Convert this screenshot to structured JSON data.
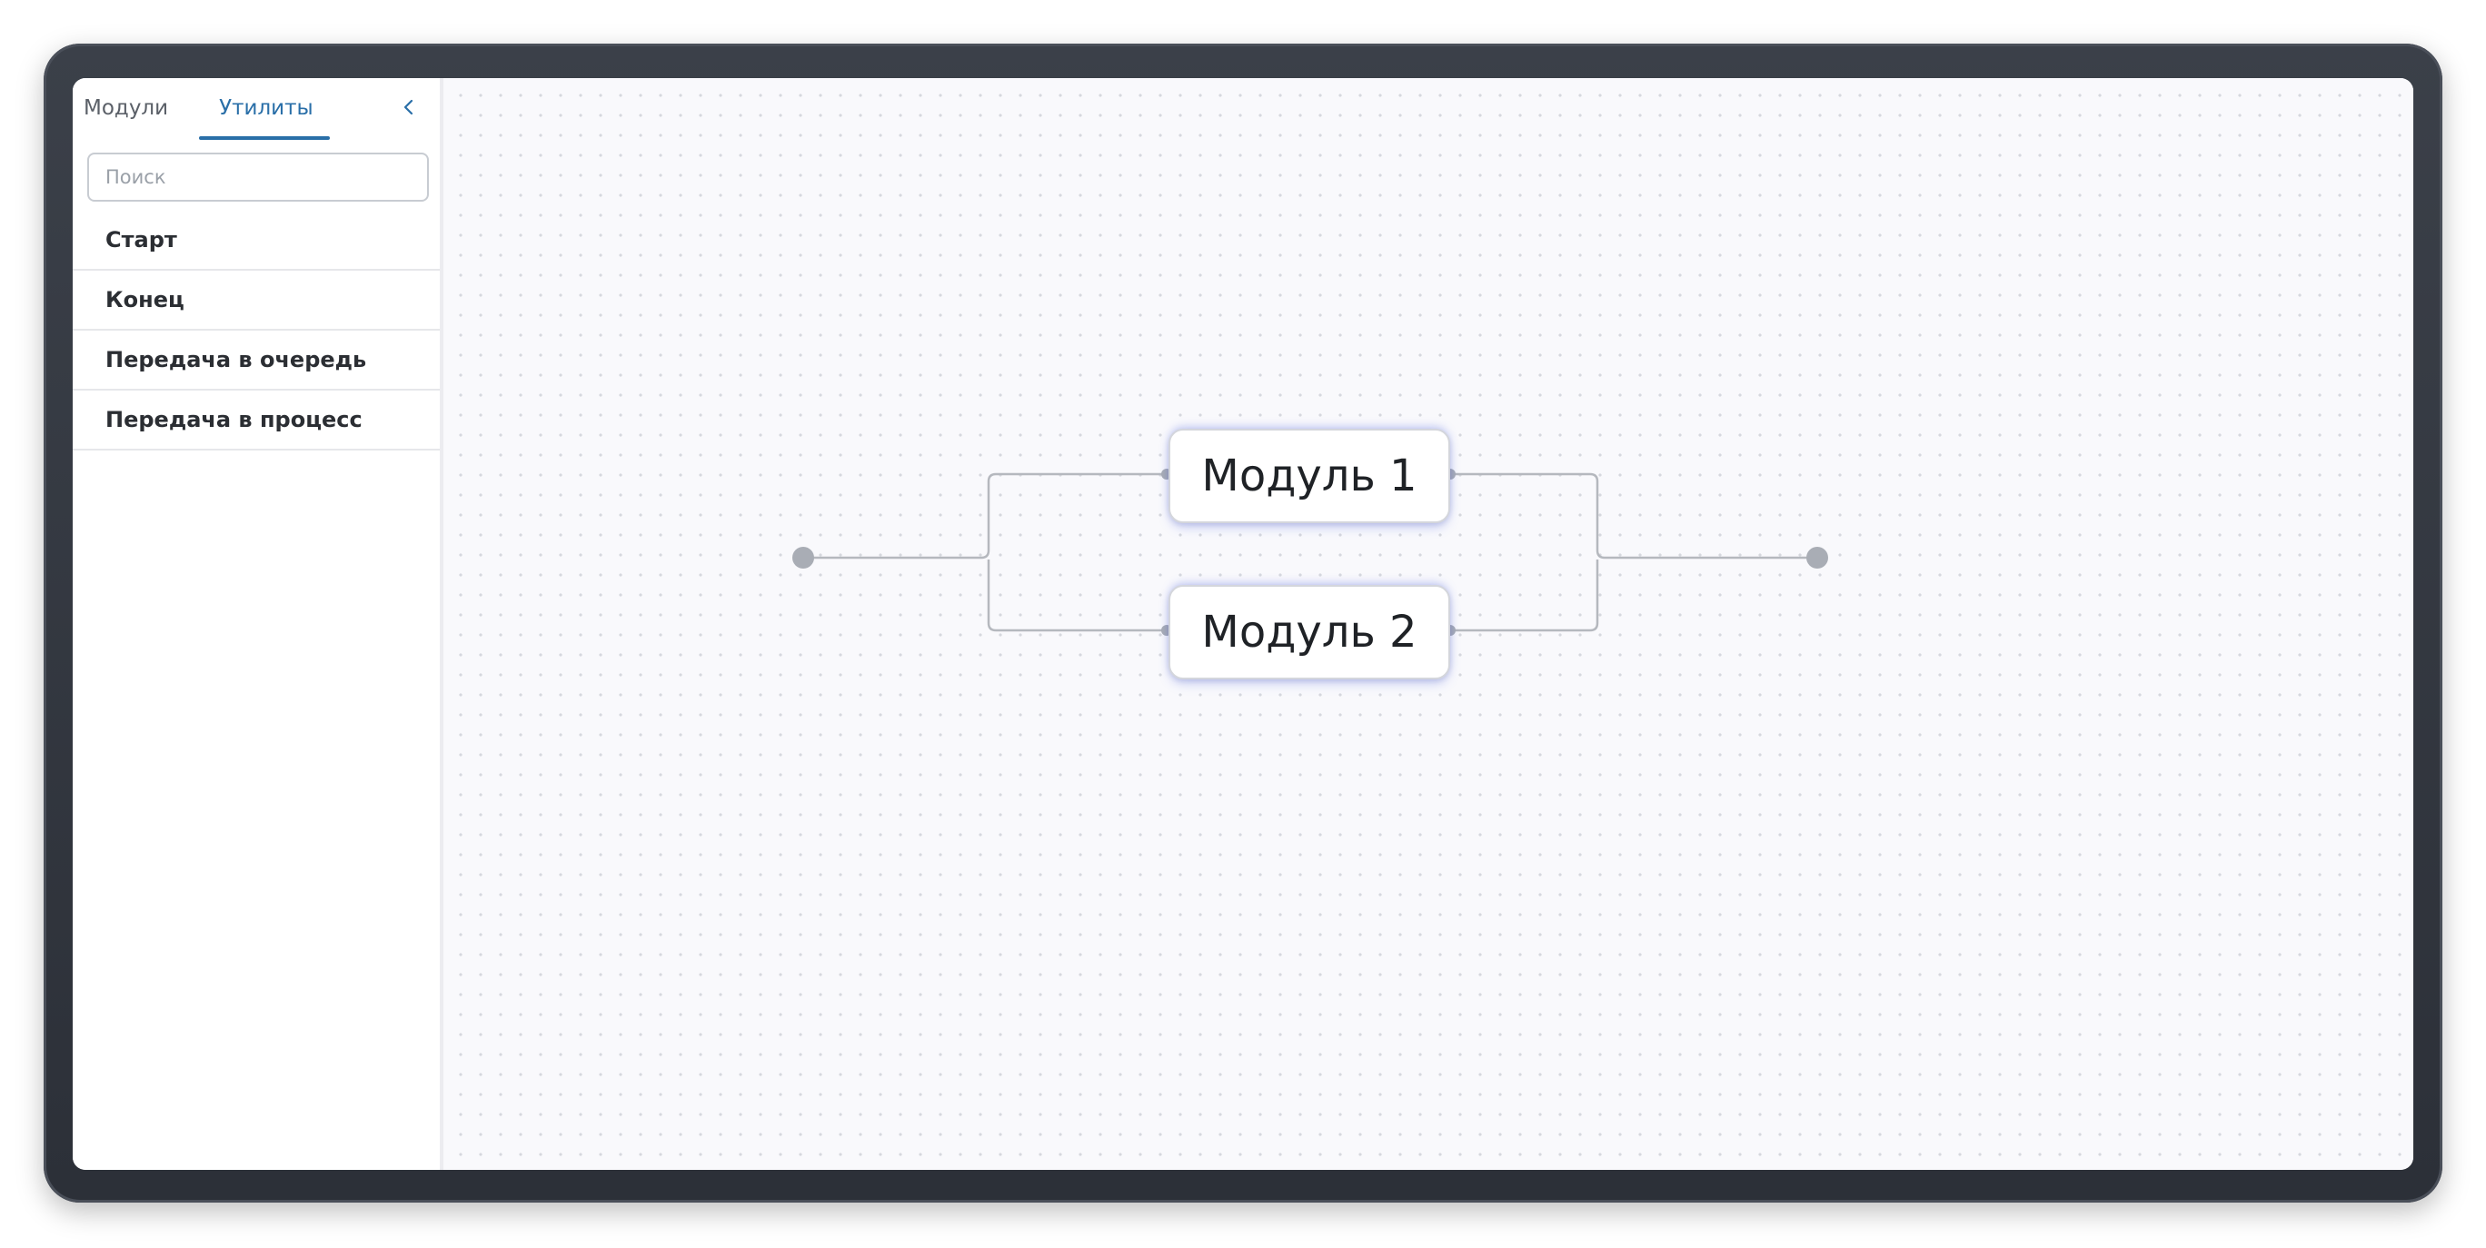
{
  "sidebar": {
    "tabs": [
      {
        "label": "Модули",
        "active": false
      },
      {
        "label": "Утилиты",
        "active": true
      }
    ],
    "search": {
      "placeholder": "Поиск",
      "value": ""
    },
    "items": [
      {
        "label": "Старт"
      },
      {
        "label": "Конец"
      },
      {
        "label": "Передача в очередь"
      },
      {
        "label": "Передача в процесс"
      }
    ],
    "collapse_icon": "chevron-left-icon"
  },
  "canvas": {
    "nodes": [
      {
        "label": "Модуль 1"
      },
      {
        "label": "Модуль 2"
      }
    ]
  },
  "colors": {
    "accent": "#2a6fa8",
    "canvas_bg": "#f9f9fc",
    "edge": "#b5b8be",
    "endpoint": "#a9adb5"
  }
}
